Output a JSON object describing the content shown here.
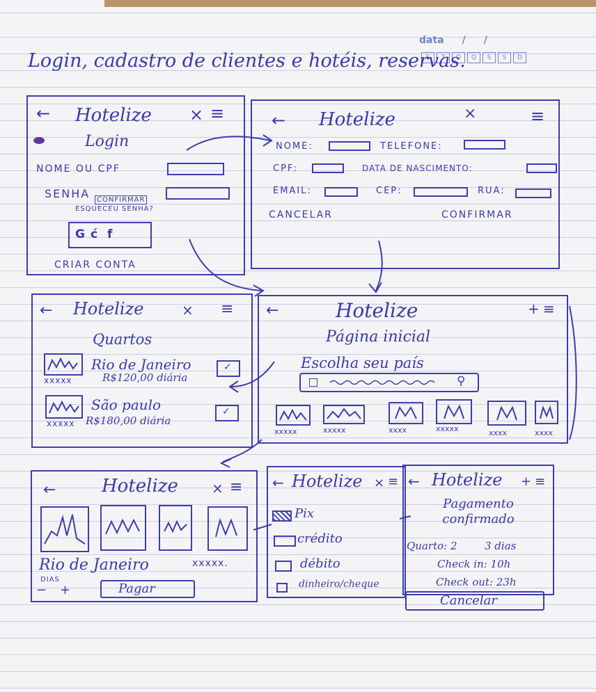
{
  "page_title": "Login, cadastro de clientes e hotéis, reservas.",
  "date": {
    "label": "data",
    "days": [
      "S",
      "T",
      "Q",
      "Q",
      "S",
      "S",
      "D"
    ]
  },
  "brand": "Hotelize",
  "icons": {
    "back": "←",
    "close": "×",
    "menu": "≡",
    "plus": "+",
    "minus": "−"
  },
  "login": {
    "heading": "Login",
    "user_label": "NOME OU CPF",
    "password_label": "SENHA",
    "confirm_label": "CONFIRMAR",
    "forgot_label": "ESQUECEU SENHA?",
    "social": [
      "G",
      "ć",
      "f"
    ],
    "create_account": "CRIAR CONTA"
  },
  "register": {
    "name_label": "NOME:",
    "phone_label": "TELEFONE:",
    "cpf_label": "CPF:",
    "birth_label": "DATA DE NASCIMENTO:",
    "email_label": "EMAIL:",
    "cep_label": "CEP:",
    "street_label": "RUA:",
    "cancel_label": "CANCELAR",
    "confirm_label": "CONFIRMAR"
  },
  "rooms": {
    "heading": "Quartos",
    "items": [
      {
        "name": "Rio de Janeiro",
        "price": "R$120,00 diária",
        "stars": "xxxxx"
      },
      {
        "name": "São paulo",
        "price": "R$180,00 diária",
        "stars": "xxxxx"
      }
    ]
  },
  "home": {
    "heading": "Página inicial",
    "prompt": "Escolha seu país",
    "search_icon": "magnifier-icon",
    "cards": [
      {
        "stars": "xxxxx"
      },
      {
        "stars": "xxxxx"
      },
      {
        "stars": "xxxx"
      },
      {
        "stars": "xxxxx"
      },
      {
        "stars": "xxxx"
      },
      {
        "stars": "xxxx"
      }
    ]
  },
  "detail": {
    "place": "Rio de Janeiro",
    "stars": "xxxxx.",
    "days_label": "DIAS",
    "pay_label": "Pagar"
  },
  "payment": {
    "options": [
      "Pix",
      "crédito",
      "débito",
      "dinheiro/cheque"
    ]
  },
  "confirmation": {
    "heading": "Pagamento confirmado",
    "room": "Quarto: 2",
    "days": "3 dias",
    "checkin": "Check in: 10h",
    "checkout": "Check out: 23h",
    "cancel_label": "Cancelar"
  },
  "colors": {
    "ink": "#3d3dac",
    "paper": "#f4f4f6",
    "rule": "#c9cde0",
    "date_ink": "#6f86c4"
  }
}
